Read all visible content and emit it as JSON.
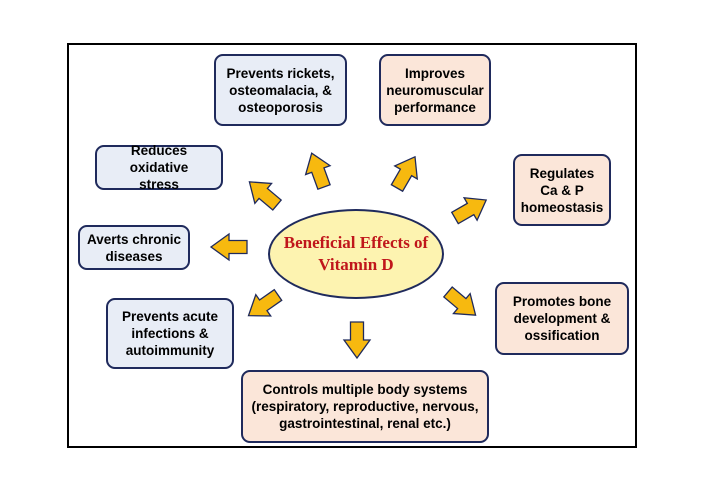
{
  "center": {
    "line1": "Beneficial Effects of",
    "line2": "Vitamin D"
  },
  "effects": {
    "rickets": [
      "Prevents rickets,",
      "osteomalacia, &",
      "osteoporosis"
    ],
    "neuromuscular": [
      "Improves",
      "neuromuscular",
      "performance"
    ],
    "oxidative": [
      "Reduces oxidative",
      "stress"
    ],
    "homeostasis": [
      "Regulates",
      "Ca & P",
      "homeostasis"
    ],
    "chronic": [
      "Averts chronic",
      "diseases"
    ],
    "bone": [
      "Promotes bone",
      "development &",
      "ossification"
    ],
    "infections": [
      "Prevents acute",
      "infections &",
      "autoimmunity"
    ],
    "systems": [
      "Controls multiple body systems",
      "(respiratory, reproductive, nervous,",
      "gastrointestinal, renal etc.)"
    ]
  },
  "colors": {
    "arrow_fill": "#f7b90f",
    "arrow_stroke": "#1f2a5c",
    "box_border": "#1f2a5c",
    "blue_box": "#e8edf6",
    "peach_box": "#fbe6d9",
    "ellipse_fill": "#fdf3b0",
    "title_text": "#c0161b"
  }
}
